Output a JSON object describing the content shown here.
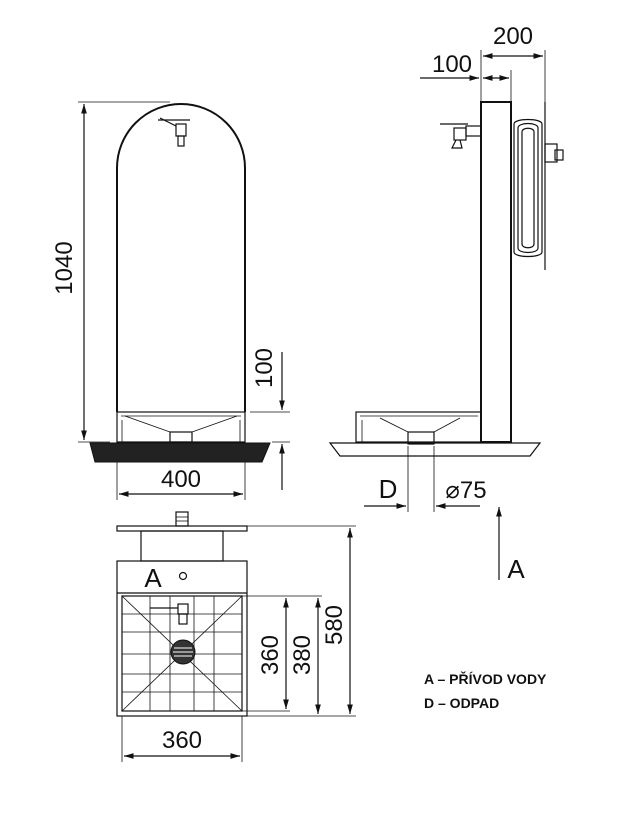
{
  "front_view": {
    "height_dim": "1040",
    "base_height_dim": "100",
    "width_dim": "400"
  },
  "side_view": {
    "width_dim": "200",
    "offset_dim": "100",
    "drain_label": "D",
    "drain_diameter": "⌀75",
    "arrow_label": "A"
  },
  "plan_view": {
    "inlet_label": "A",
    "grate_dim": "360",
    "inner_dim": "380",
    "depth_dim": "580",
    "width_dim": "360"
  },
  "legend": {
    "line_a": "A – PŘÍVOD VODY",
    "line_d": "D – ODPAD"
  }
}
